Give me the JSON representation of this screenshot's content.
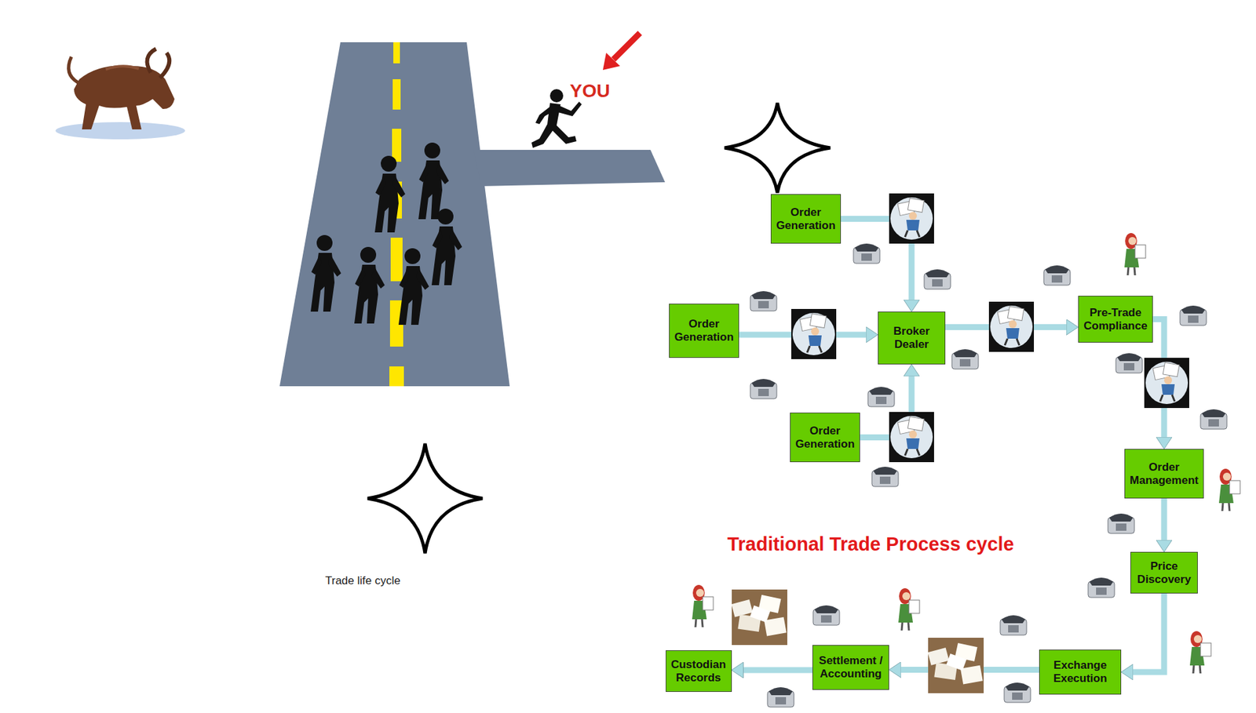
{
  "diagram": {
    "title": "Traditional Trade Process cycle",
    "caption": "Trade life cycle",
    "nodes": [
      {
        "text": [
          "Order Generation"
        ]
      },
      {
        "text": [
          "Order Generation"
        ]
      },
      {
        "text": [
          "Broker Dealer"
        ]
      },
      {
        "text": [
          "Order Generation"
        ]
      },
      {
        "text": [
          "Pre-Trade Compliance"
        ]
      },
      {
        "text": [
          "Order Management"
        ]
      },
      {
        "text": [
          "Price Discovery"
        ]
      },
      {
        "text": [
          "Exchange Execution"
        ]
      },
      {
        "text": [
          "Settlement / Accounting"
        ]
      },
      {
        "text": [
          "Custodian Records"
        ]
      }
    ],
    "edges": [
      {
        "from": 0,
        "to": 2,
        "arrow": "to"
      },
      {
        "from": 1,
        "to": 2,
        "arrow": "to"
      },
      {
        "from": 3,
        "to": 2,
        "arrow": "to"
      },
      {
        "from": 2,
        "to": 4,
        "arrow": "to"
      },
      {
        "from": 4,
        "to": 5,
        "arrow": "to"
      },
      {
        "from": 5,
        "to": 6,
        "arrow": "to"
      },
      {
        "from": 6,
        "to": 7,
        "arrow": "to"
      },
      {
        "from": 7,
        "to": 8,
        "arrow": "to"
      },
      {
        "from": 8,
        "to": 9,
        "arrow": "to"
      }
    ],
    "labels": [
      "YOU"
    ]
  }
}
